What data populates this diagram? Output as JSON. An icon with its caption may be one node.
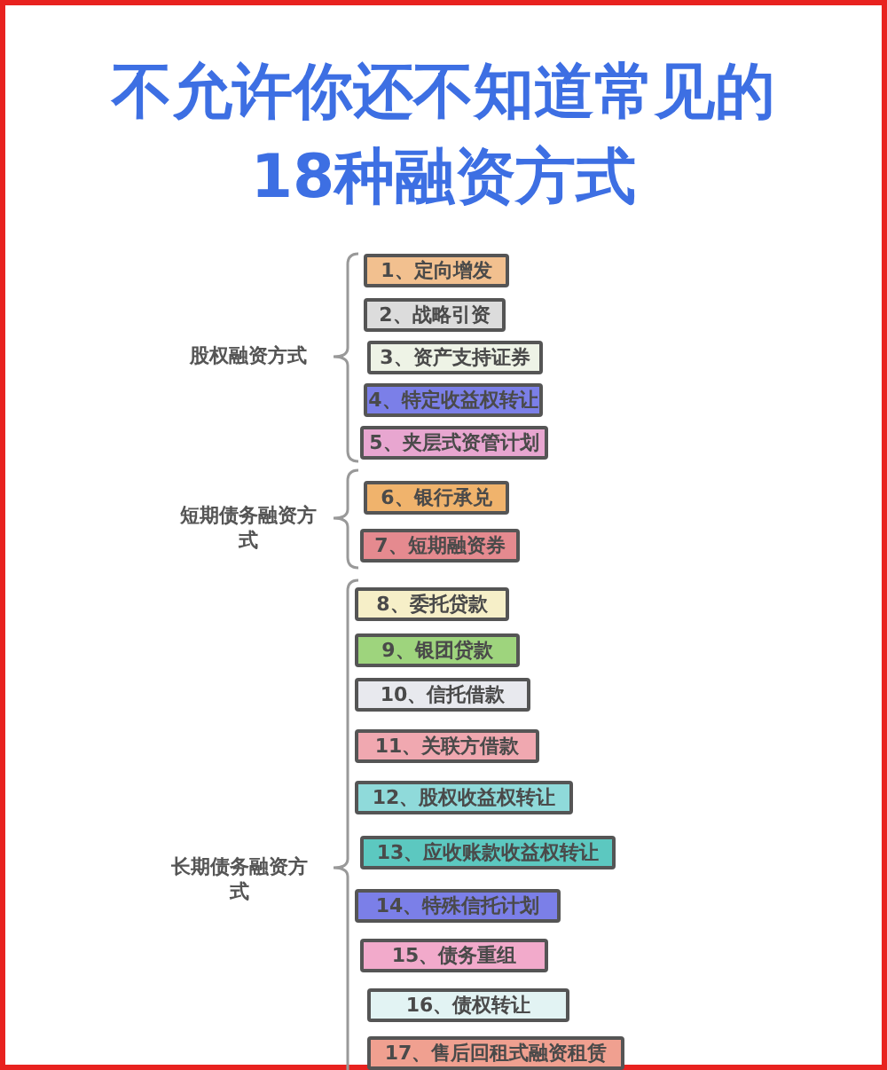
{
  "diagram": {
    "title": "不允许你还不知道常见的18种融资方式",
    "nodes": [
      {
        "text": [
          "1、定向增发"
        ]
      },
      {
        "text": [
          "2、战略引资"
        ]
      },
      {
        "text": [
          "3、资产支持证券"
        ]
      },
      {
        "text": [
          "4、特定收益权转让"
        ]
      },
      {
        "text": [
          "5、夹层式资管计划"
        ]
      },
      {
        "text": [
          "6、银行承兑"
        ]
      },
      {
        "text": [
          "7、短期融资券"
        ]
      },
      {
        "text": [
          "8、委托贷款"
        ]
      },
      {
        "text": [
          "9、银团贷款"
        ]
      },
      {
        "text": [
          "10、信托借款"
        ]
      },
      {
        "text": [
          "11、关联方借款"
        ]
      },
      {
        "text": [
          "12、股权收益权转让"
        ]
      },
      {
        "text": [
          "13、应收账款收益权转让"
        ]
      },
      {
        "text": [
          "14、特殊信托计划"
        ]
      },
      {
        "text": [
          "15、债务重组"
        ]
      },
      {
        "text": [
          "16、债权转让"
        ]
      },
      {
        "text": [
          "17、售后回租式融资租赁"
        ]
      }
    ],
    "labels": [
      "股权融资方式",
      "短期债务融资方式",
      "长期债务融资方式"
    ]
  }
}
